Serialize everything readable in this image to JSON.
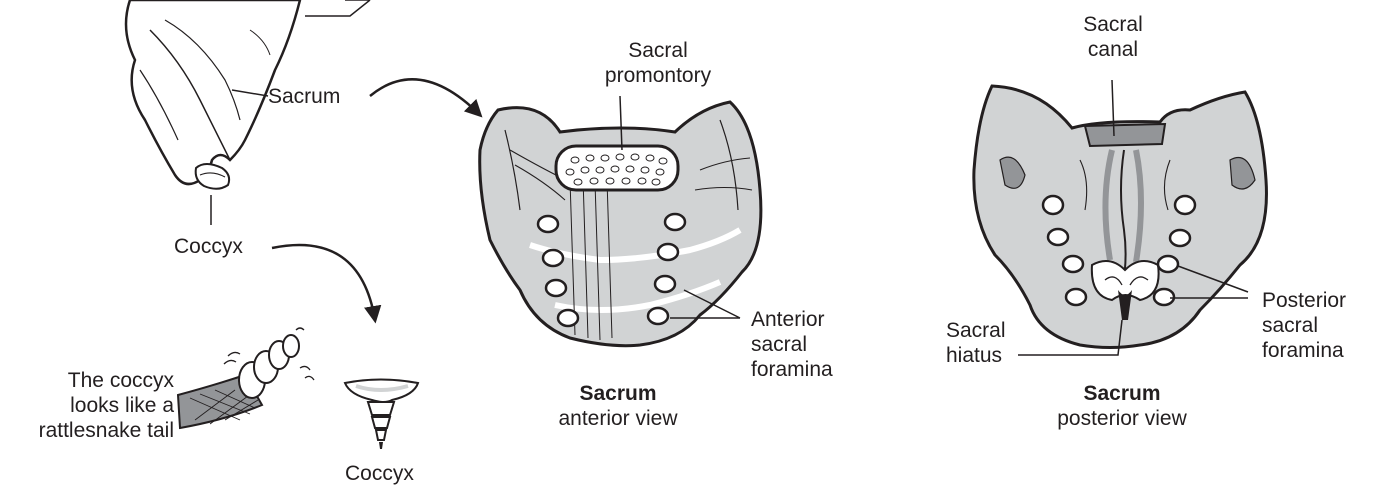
{
  "labels": {
    "sacrum_side": "Sacrum",
    "coccyx_side": "Coccyx",
    "coccyx_bottom": "Coccyx",
    "rattlesnake": [
      "The coccyx",
      "looks like a",
      "rattlesnake tail"
    ],
    "sacral_promontory": [
      "Sacral",
      "promontory"
    ],
    "anterior_foramina": [
      "Anterior",
      "sacral",
      "foramina"
    ],
    "anterior_caption_bold": "Sacrum",
    "anterior_caption": "anterior view",
    "sacral_canal": [
      "Sacral",
      "canal"
    ],
    "sacral_hiatus": [
      "Sacral",
      "hiatus"
    ],
    "posterior_foramina": [
      "Posterior",
      "sacral",
      "foramina"
    ],
    "posterior_caption_bold": "Sacrum",
    "posterior_caption": "posterior view"
  },
  "colors": {
    "ink": "#231f20",
    "bone_shade": "#d1d3d4",
    "bone_dark": "#939598",
    "pink_highlight": "#c9a0c4"
  }
}
